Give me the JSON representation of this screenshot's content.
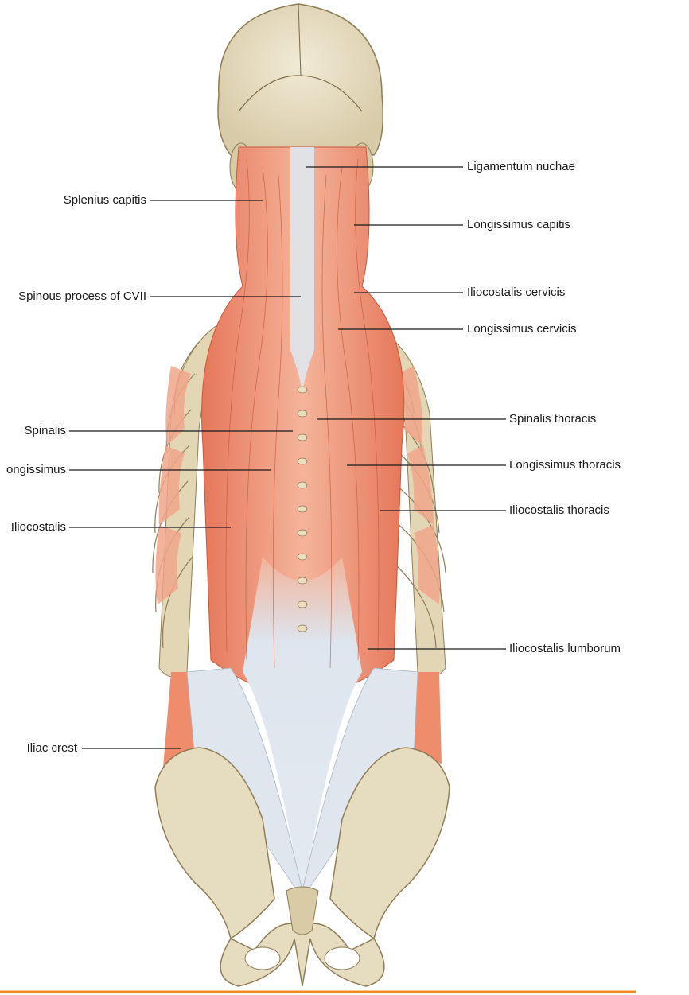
{
  "labels_left": [
    {
      "id": "splenius-capitis",
      "text": "Splenius capitis"
    },
    {
      "id": "spinous-process-cvii",
      "text": "Spinous process of CVII"
    },
    {
      "id": "spinalis",
      "text": "Spinalis"
    },
    {
      "id": "longissimus",
      "text": "ongissimus"
    },
    {
      "id": "iliocostalis",
      "text": "Iliocostalis"
    },
    {
      "id": "iliac-crest",
      "text": "Iliac crest"
    }
  ],
  "labels_right": [
    {
      "id": "ligamentum-nuchae",
      "text": "Ligamentum nuchae"
    },
    {
      "id": "longissimus-capitis",
      "text": "Longissimus capitis"
    },
    {
      "id": "iliocostalis-cervicis",
      "text": "Iliocostalis cervicis"
    },
    {
      "id": "longissimus-cervicis",
      "text": "Longissimus cervicis"
    },
    {
      "id": "spinalis-thoracis",
      "text": "Spinalis thoracis"
    },
    {
      "id": "longissimus-thoracis",
      "text": "Longissimus thoracis"
    },
    {
      "id": "iliocostalis-thoracis",
      "text": "Iliocostalis thoracis"
    },
    {
      "id": "iliocostalis-lumborum",
      "text": "Iliocostalis lumborum"
    }
  ],
  "colors": {
    "bone": "#e6dcc0",
    "bone_shade": "#c9b994",
    "muscle": "#ef9a7a",
    "muscle_dark": "#d9603f",
    "fascia": "#dfe6ee",
    "accent_rule": "#f08a24"
  }
}
